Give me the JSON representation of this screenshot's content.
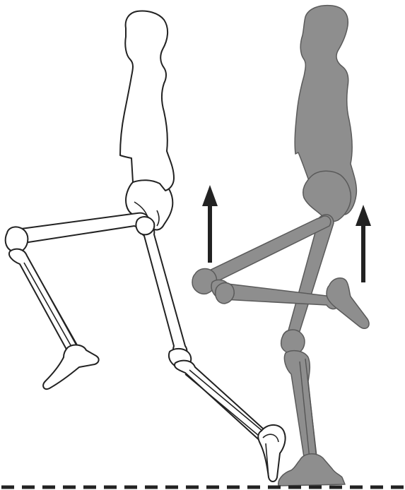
{
  "figure": {
    "figures": [
      {
        "name": "outline-skeleton",
        "style": "outline"
      },
      {
        "name": "shaded-skeleton",
        "style": "shaded"
      }
    ],
    "arrows": [
      {
        "name": "arrow-up-left",
        "direction": "up"
      },
      {
        "name": "arrow-up-right",
        "direction": "up"
      }
    ],
    "ground": {
      "style": "dashed"
    }
  },
  "colors": {
    "outline": "#222222",
    "shaded_fill": "#8e8e8e",
    "arrow": "#222222",
    "ground": "#222222",
    "background": "#ffffff"
  }
}
